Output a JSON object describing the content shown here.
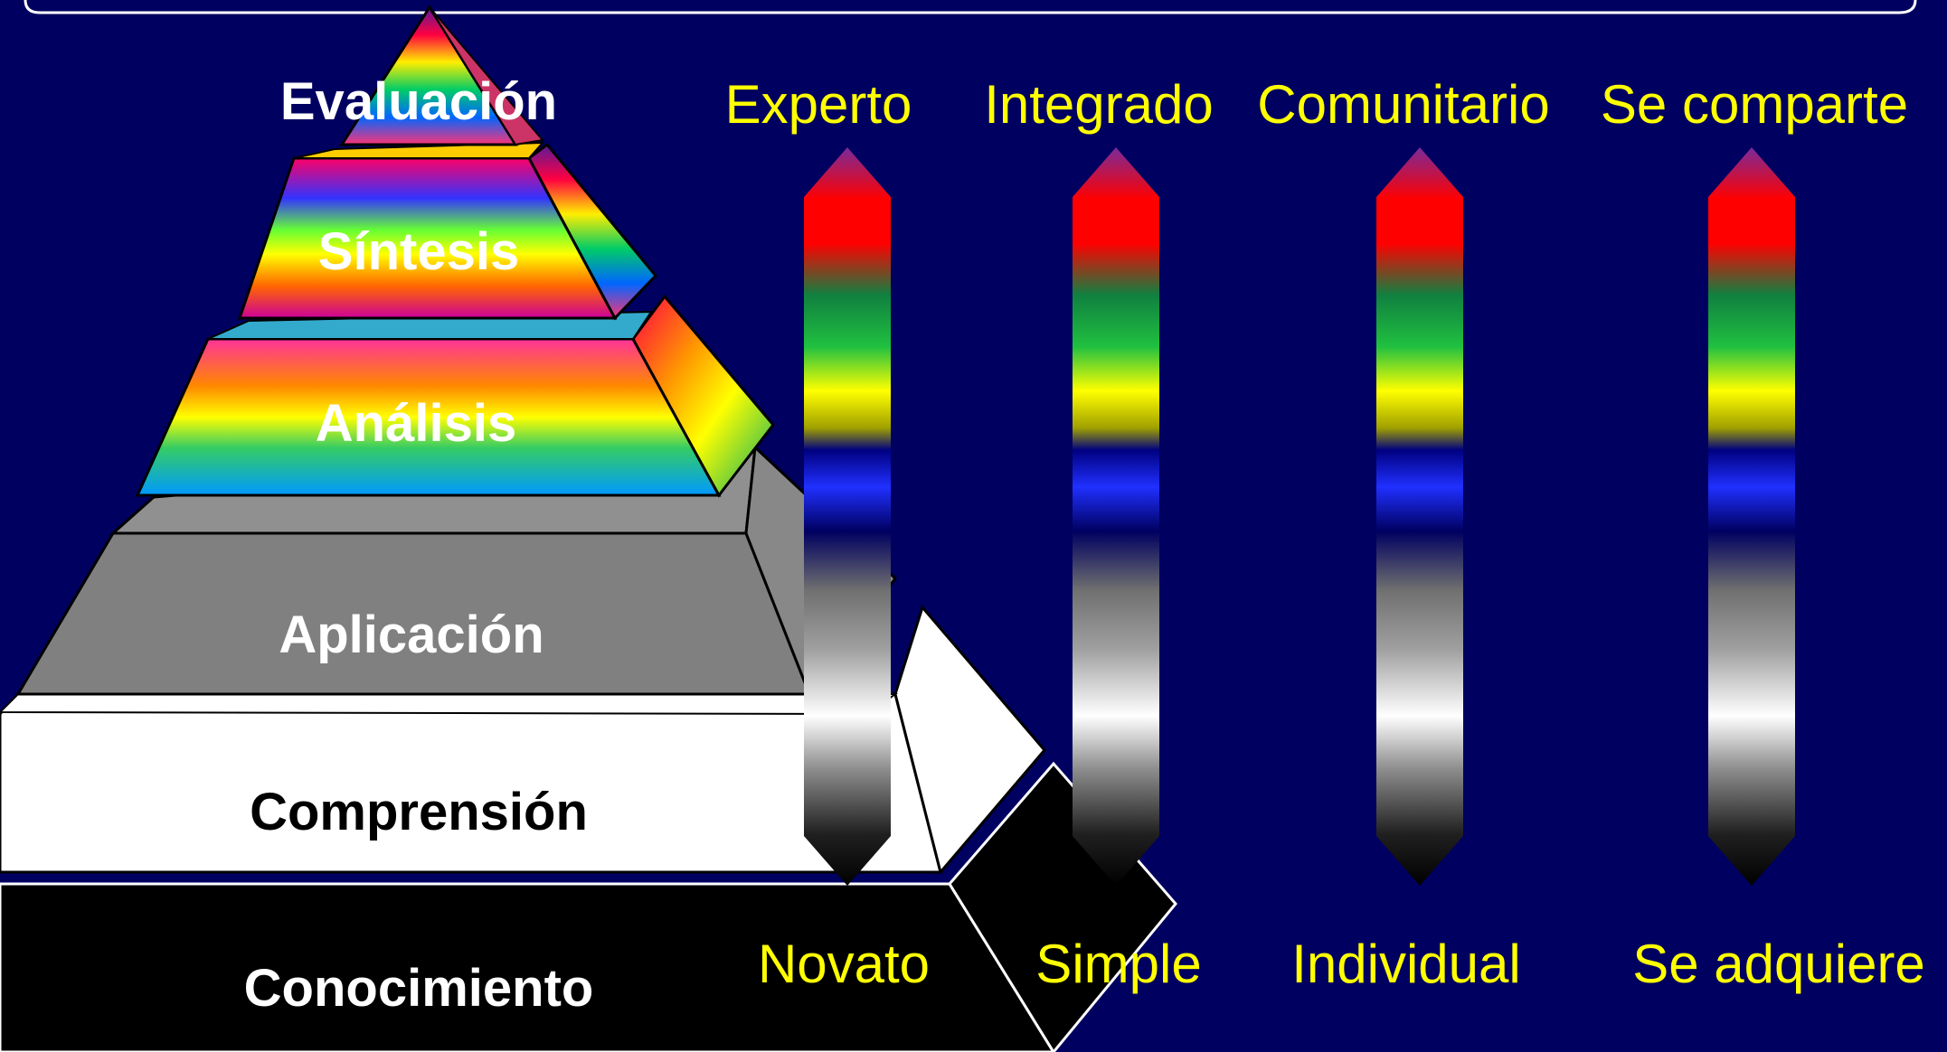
{
  "colors": {
    "background": "#000060",
    "label_yellow": "#FFFF00",
    "level_label_white": "#FFFFFF",
    "level_label_black": "#000000",
    "aplicacion_gray": "#808080",
    "comprension_white": "#FFFFFF",
    "conocimiento_black": "#000000"
  },
  "pyramid": {
    "levels": [
      {
        "id": "evaluacion",
        "label": "Evaluación"
      },
      {
        "id": "sintesis",
        "label": "Síntesis"
      },
      {
        "id": "analisis",
        "label": "Análisis"
      },
      {
        "id": "aplicacion",
        "label": "Aplicación"
      },
      {
        "id": "comprension",
        "label": "Comprensión"
      },
      {
        "id": "conocimiento",
        "label": "Conocimiento"
      }
    ]
  },
  "scales": [
    {
      "id": "expertise",
      "top": "Experto",
      "bottom": "Novato"
    },
    {
      "id": "integration",
      "top": "Integrado",
      "bottom": "Simple"
    },
    {
      "id": "community",
      "top": "Comunitario",
      "bottom": "Individual"
    },
    {
      "id": "sharing",
      "top": "Se comparte",
      "bottom": "Se adquiere"
    }
  ]
}
